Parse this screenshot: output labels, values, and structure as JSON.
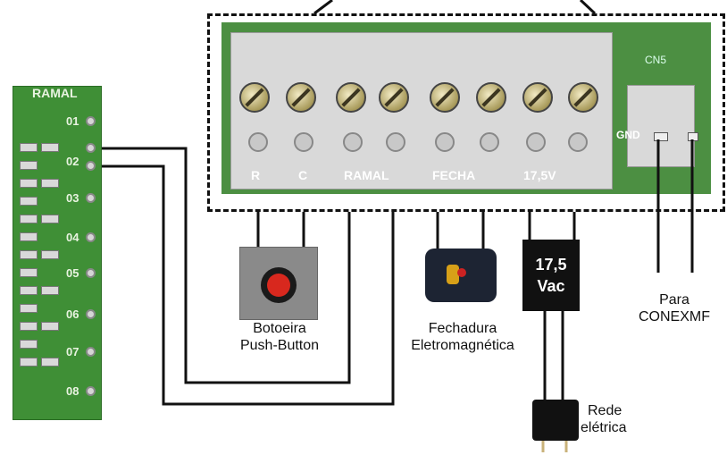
{
  "ramal_board": {
    "title": "RAMAL",
    "ports": [
      "01",
      "02",
      "03",
      "04",
      "05",
      "06",
      "07",
      "08"
    ]
  },
  "terminal_labels": [
    "R",
    "C",
    "RAMAL",
    "FECHA",
    "17,5V"
  ],
  "connector": {
    "silk_top": "CN5",
    "silk_pin": "GND"
  },
  "captions": {
    "push_button": [
      "Botoeira",
      "Push-Button"
    ],
    "lock": [
      "Fechadura",
      "Eletromagnética"
    ],
    "conexmf": [
      "Para",
      "CONEXMF"
    ],
    "mains": [
      "Rede",
      "elétrica"
    ]
  },
  "power_box": [
    "17,5",
    "Vac"
  ],
  "colors": {
    "board_green": "#4c8f42",
    "ramal_green": "#3f8f36",
    "wire": "#111111",
    "button_red": "#d8281e"
  }
}
